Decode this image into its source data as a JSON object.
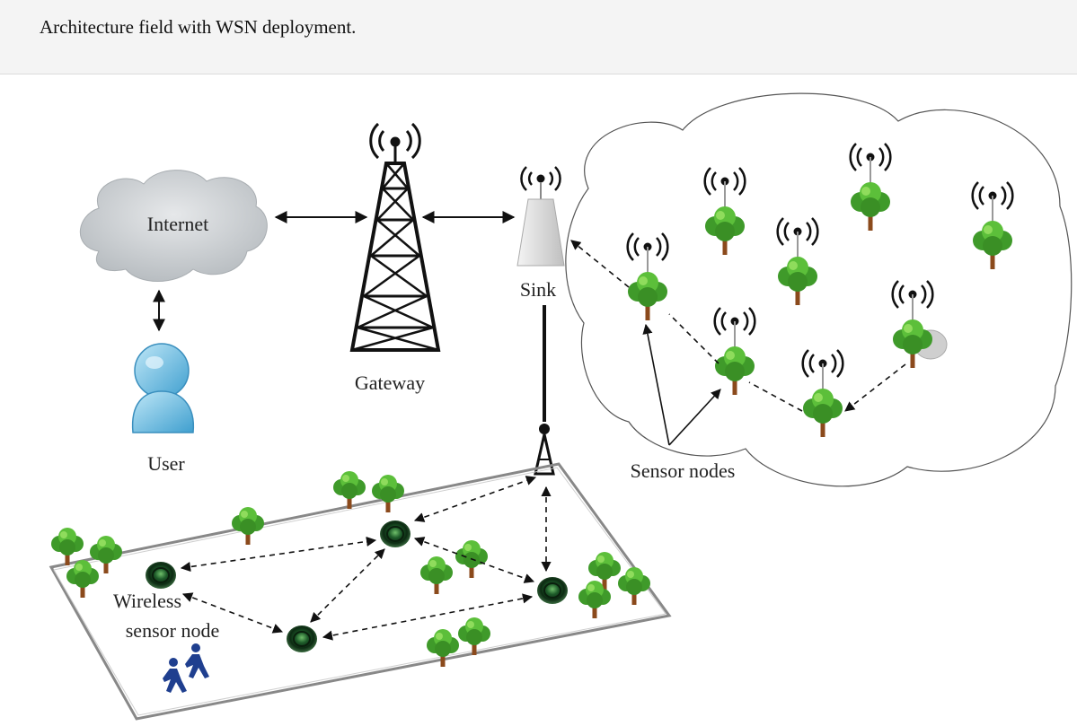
{
  "caption": "Architecture field with WSN deployment.",
  "labels": {
    "internet": "Internet",
    "user": "User",
    "gateway": "Gateway",
    "sink": "Sink",
    "sensor_nodes": "Sensor nodes",
    "wireless_line1": "Wireless",
    "wireless_line2": "sensor node"
  }
}
